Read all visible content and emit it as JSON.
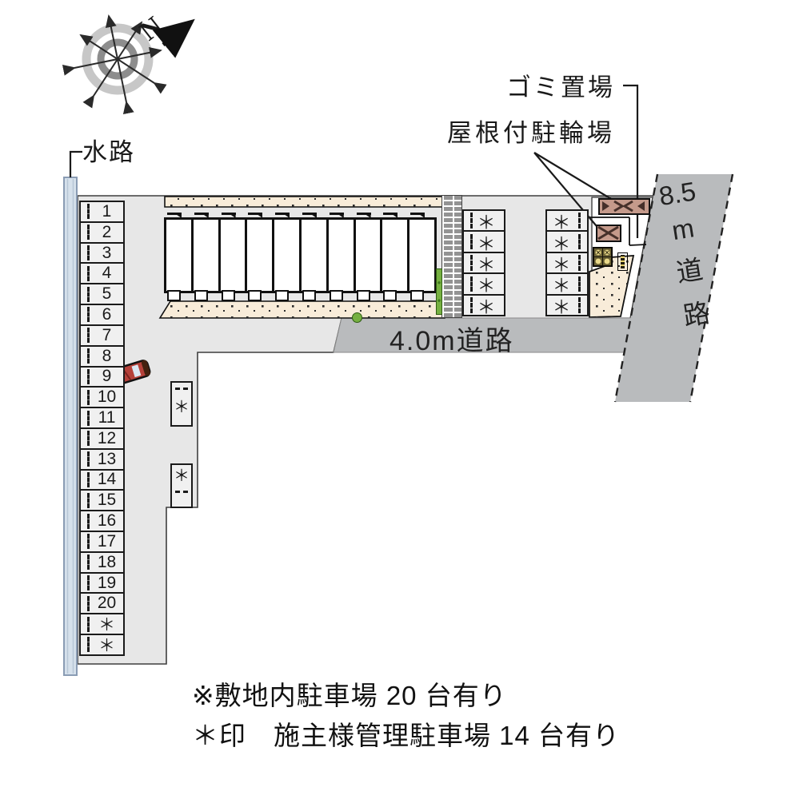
{
  "compass": {
    "north_label": "N"
  },
  "labels": {
    "waterway": "水路",
    "garbage": "ゴミ置場",
    "covered_bicycle_parking": "屋根付駐輪場",
    "road_40m": "4.0m道路",
    "road_85m_chars": [
      "8.5",
      "m",
      "道",
      "路"
    ]
  },
  "parking": {
    "left_column_spaces": [
      "1",
      "2",
      "3",
      "4",
      "5",
      "6",
      "7",
      "8",
      "9",
      "10",
      "11",
      "12",
      "13",
      "14",
      "15",
      "16",
      "17",
      "18",
      "19",
      "20",
      "＊",
      "＊"
    ],
    "mid_star_spaces": [
      "＊",
      "＊",
      "＊",
      "＊",
      "＊"
    ],
    "right_star_spaces": [
      "＊",
      "＊",
      "＊",
      "＊",
      "＊"
    ],
    "standalone_star_spaces": [
      "＊",
      "＊"
    ]
  },
  "building": {
    "units": [
      "",
      "",
      "",
      "",
      "",
      "",
      "",
      "",
      "",
      ""
    ]
  },
  "notes": {
    "line1": "※敷地内駐車場 20 台有り",
    "line2": "＊印　施主様管理駐車場 14 台有り"
  },
  "colors": {
    "site_gray": "#e7e7e7",
    "road_gray": "#b9bbbd",
    "walkway_cream": "#f8ecd9",
    "waterway_blue": "#d6e1ec",
    "bike_rack_brown": "#c59a8b",
    "hedge_green": "#76b041",
    "car_red": "#b5413a"
  }
}
